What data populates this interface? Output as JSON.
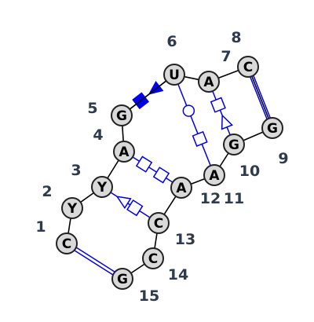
{
  "colors": {
    "pair": "#0000ee",
    "backbone": "#000000",
    "node_fill": "#d9d9d9",
    "index_text": "#2e3b4e"
  },
  "nucleotides": [
    {
      "index": "1",
      "letter": "C"
    },
    {
      "index": "2",
      "letter": "Y"
    },
    {
      "index": "3",
      "letter": "Y"
    },
    {
      "index": "4",
      "letter": "A"
    },
    {
      "index": "5",
      "letter": "G"
    },
    {
      "index": "6",
      "letter": "U"
    },
    {
      "index": "7",
      "letter": "A"
    },
    {
      "index": "8",
      "letter": "C"
    },
    {
      "index": "9",
      "letter": "G"
    },
    {
      "index": "10",
      "letter": "G"
    },
    {
      "index": "11",
      "letter": "A"
    },
    {
      "index": "12",
      "letter": "A"
    },
    {
      "index": "13",
      "letter": "C"
    },
    {
      "index": "14",
      "letter": "C"
    },
    {
      "index": "15",
      "letter": "G"
    }
  ],
  "pairs": [
    {
      "from": "1",
      "to": "15",
      "type": "canonical-double-line"
    },
    {
      "from": "8",
      "to": "9",
      "type": "canonical-double-line"
    },
    {
      "from": "5",
      "to": "6",
      "type": "filled-square-filled-triangle"
    },
    {
      "from": "6",
      "to": "11",
      "type": "circle-square"
    },
    {
      "from": "7",
      "to": "10",
      "type": "square-triangle"
    },
    {
      "from": "4",
      "to": "12",
      "type": "square-square"
    },
    {
      "from": "3",
      "to": "13",
      "type": "triangle-square"
    }
  ]
}
